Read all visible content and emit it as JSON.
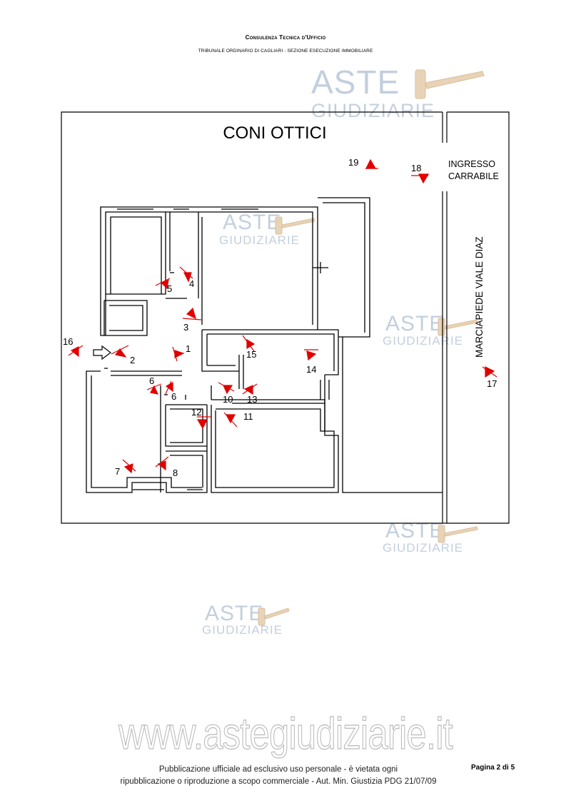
{
  "header": {
    "line1": "Consulenza Tecnica d'Ufficio",
    "line2": "TRIBUNALE ORDINARIO DI CAGLIARI - SEZIONE ESECUZIONE IMMOBILIARE"
  },
  "watermark": {
    "brand": "ASTE",
    "sub": "GIUDIZIARIE",
    "site": "www.astegiudiziarie.it",
    "icon": "gavel-icon"
  },
  "plan": {
    "title": "CONI OTTICI",
    "entrance_label_1": "INGRESSO",
    "entrance_label_2": "CARRABILE",
    "sidewalk_label": "MARCIAPIEDE VIALE DIAZ",
    "viewpoints": [
      "1",
      "2",
      "3",
      "4",
      "5",
      "6",
      "6",
      "7",
      "8",
      "10",
      "11",
      "12",
      "13",
      "14",
      "15",
      "16",
      "17",
      "18",
      "19"
    ],
    "colors": {
      "marker": "#e00000",
      "walls": "#000000"
    },
    "icons": [
      "entrance-arrow-icon",
      "view-cone-icon"
    ]
  },
  "footer": {
    "note_line1": "Pubblicazione ufficiale ad esclusivo uso personale - è vietata ogni",
    "note_line2": "ripubblicazione o riproduzione a scopo commerciale - Aut. Min. Giustizia PDG 21/07/09",
    "page": "Pagina 2 di 5"
  }
}
